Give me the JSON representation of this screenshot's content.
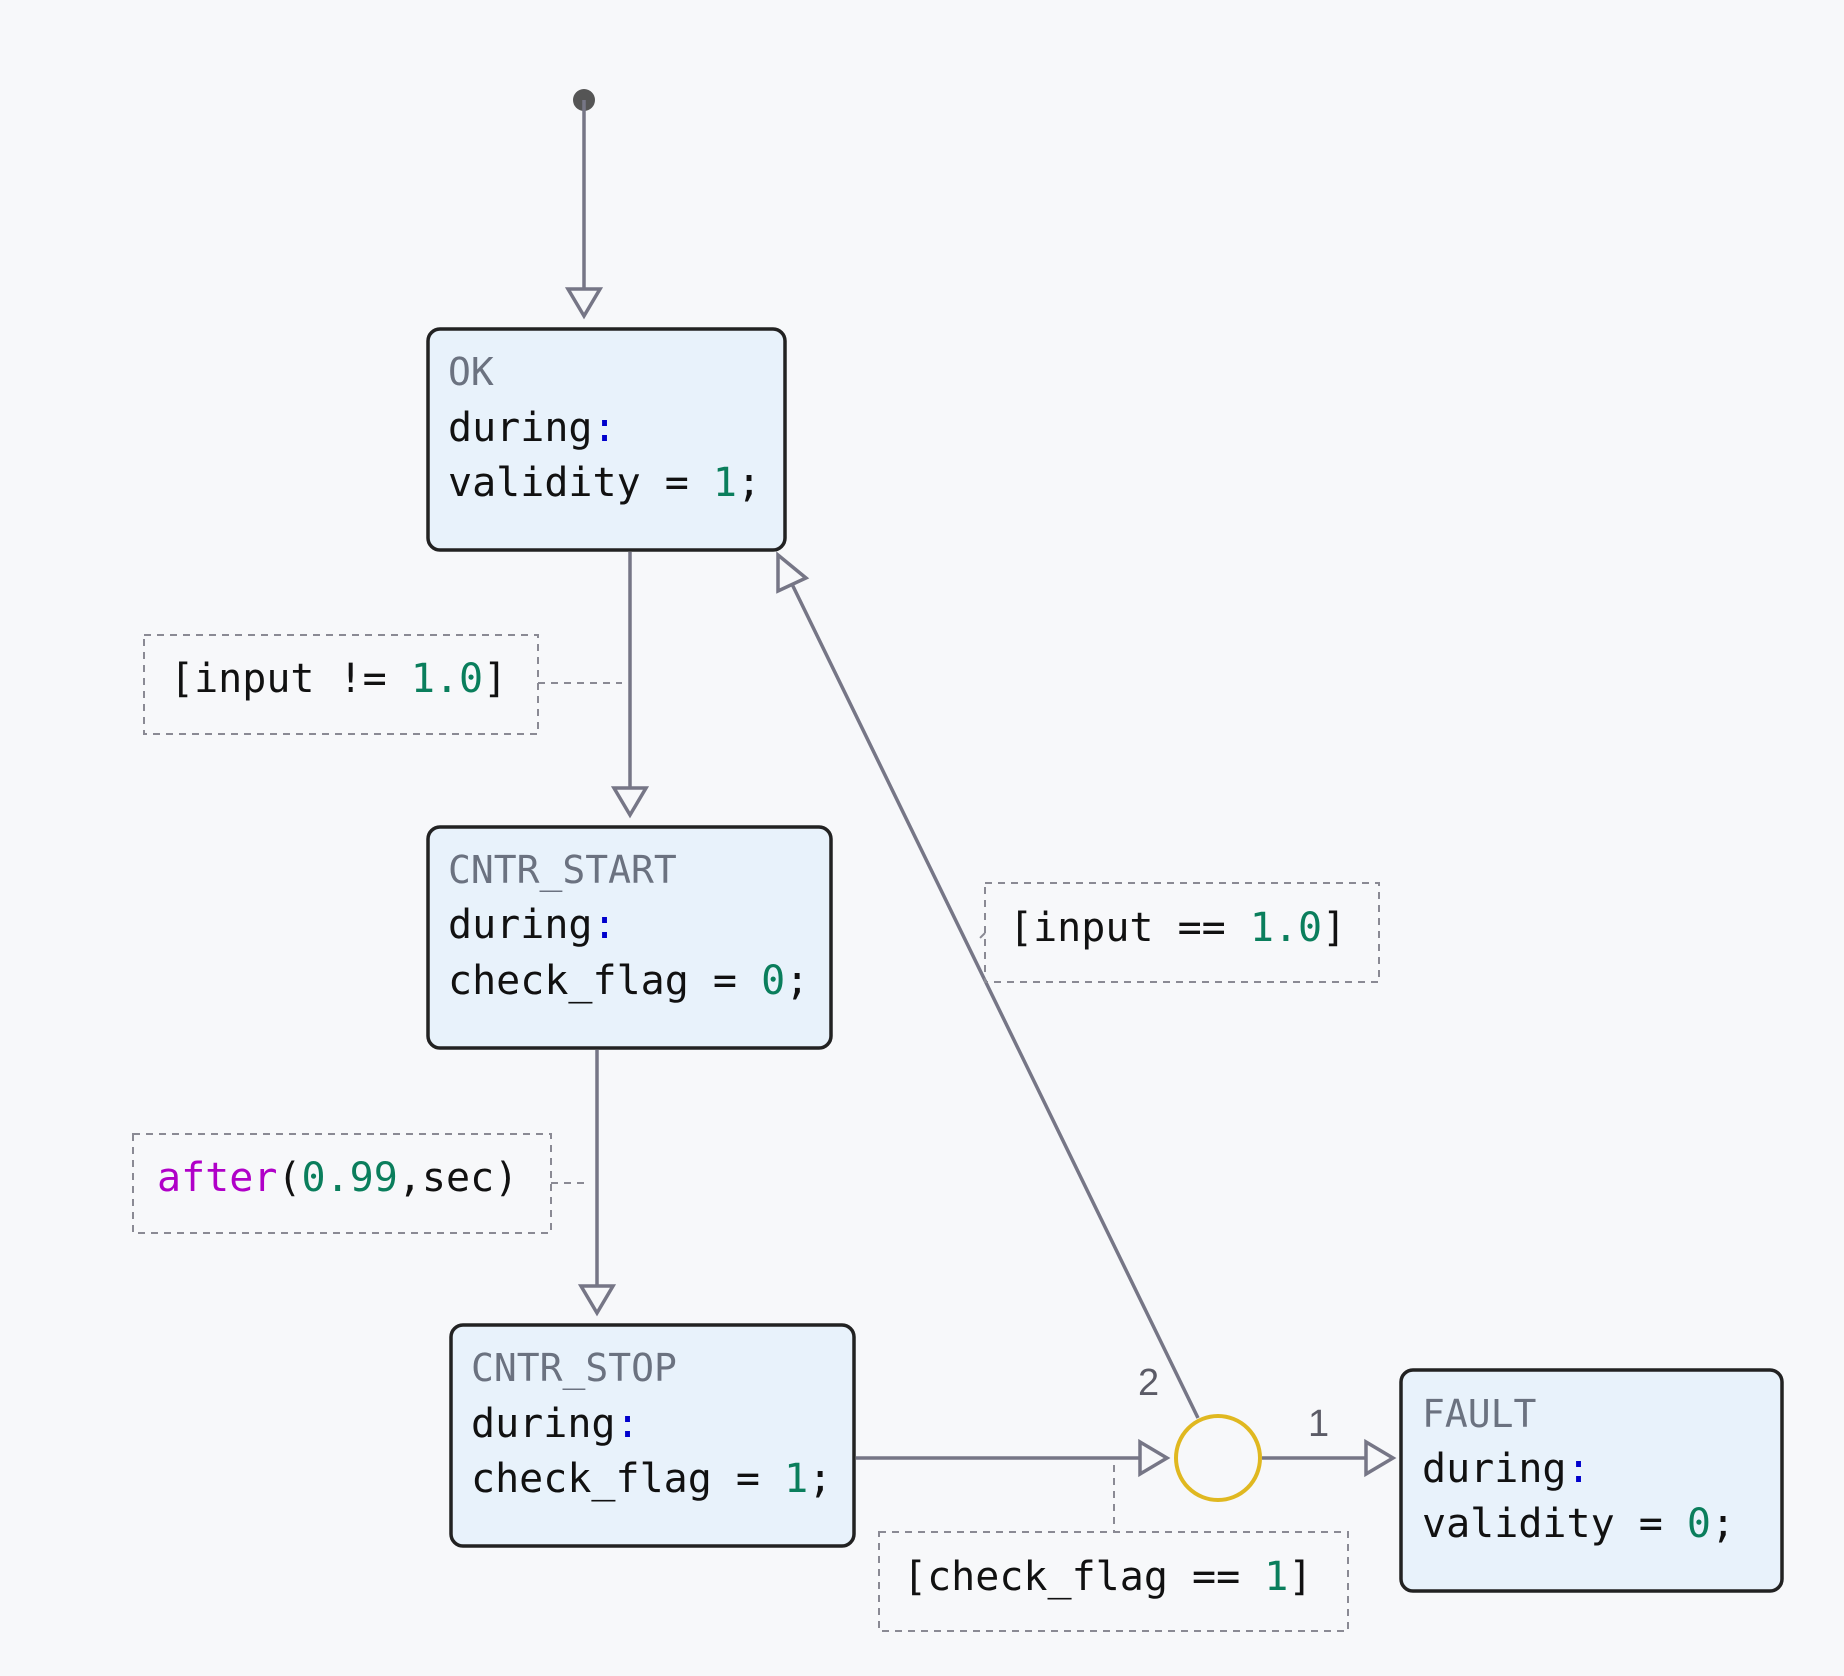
{
  "states": {
    "ok": {
      "name": "OK",
      "kw": "during",
      "colon": ":",
      "var": "validity = ",
      "val": "1",
      "semi": ";"
    },
    "cntr_start": {
      "name": "CNTR_START",
      "kw": "during",
      "colon": ":",
      "var": "check_flag = ",
      "val": "0",
      "semi": ";"
    },
    "cntr_stop": {
      "name": "CNTR_STOP",
      "kw": "during",
      "colon": ":",
      "var": "check_flag = ",
      "val": "1",
      "semi": ";"
    },
    "fault": {
      "name": "FAULT",
      "kw": "during",
      "colon": ":",
      "var": "validity = ",
      "val": "0",
      "semi": ";"
    }
  },
  "guards": {
    "ok_to_start": {
      "pre": "[input != ",
      "num": "1.0",
      "post": "]"
    },
    "start_to_stop": {
      "fn": "after",
      "open": "(",
      "num": "0.99",
      "rest": ",sec)"
    },
    "junction_to_ok": {
      "pre": "[input == ",
      "num": "1.0",
      "post": "]"
    },
    "stop_to_junction": {
      "pre": "[check_flag == ",
      "num": "1",
      "post": "]"
    }
  },
  "priorities": {
    "to_ok": "2",
    "to_fault": "1"
  },
  "colors": {
    "state_fill": "#e8f2fb",
    "state_border": "#222222",
    "edge": "#767686",
    "junction": "#e0b820",
    "keyword": "#0000cc",
    "number": "#0a7e5c",
    "function": "#b000c8"
  }
}
